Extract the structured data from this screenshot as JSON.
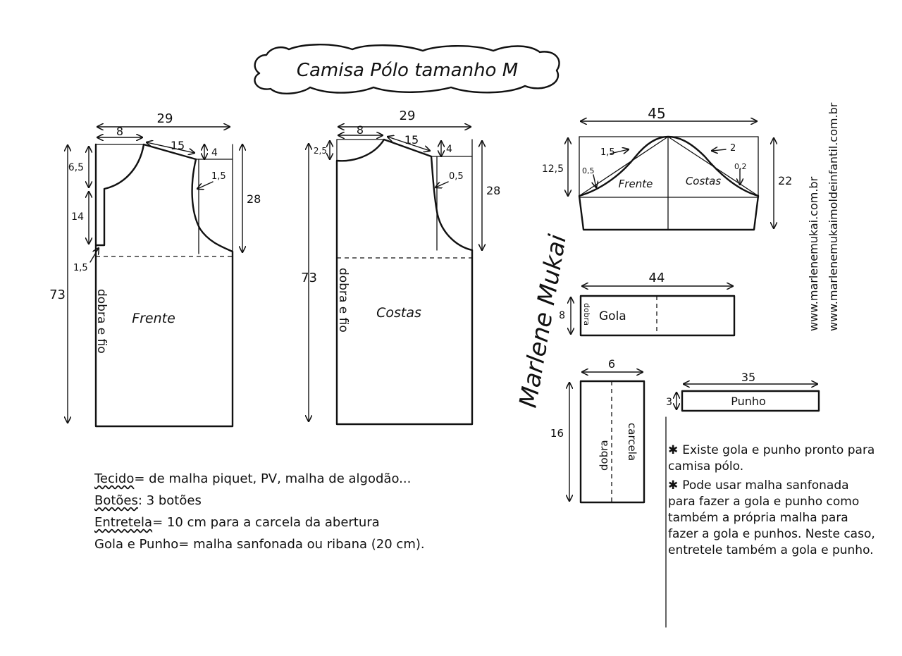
{
  "title": "Camisa Pólo tamanho M",
  "front": {
    "label": "Frente",
    "fold_label": "dobra e fio",
    "dims": {
      "width": "29",
      "neck": "8",
      "shoulder": "15",
      "shoulder_drop": "4",
      "neck_depth": "6,5",
      "placket": "14",
      "armhole_curve": "1,5",
      "armhole_depth": "28",
      "length": "73",
      "corner": "1,5"
    }
  },
  "back": {
    "label": "Costas",
    "fold_label": "dobra e fio",
    "dims": {
      "width": "29",
      "neck": "8",
      "shoulder": "15",
      "shoulder_drop": "4",
      "neck_depth": "2,5",
      "armhole_curve": "0,5",
      "armhole_depth": "28",
      "length": "73"
    }
  },
  "sleeve": {
    "front_label": "Frente",
    "back_label": "Costas",
    "dims": {
      "width": "45",
      "cap_height": "12,5",
      "side_height": "22",
      "curve_front": "1,5",
      "curve_back": "2",
      "front_inner": "0,5",
      "back_inner": "0,2"
    }
  },
  "collar": {
    "label": "Gola",
    "fold_label": "dobra",
    "width": "44",
    "height": "8"
  },
  "placket": {
    "label_fold": "dobra",
    "label_piece": "carcela",
    "width": "6",
    "height": "16"
  },
  "cuff": {
    "label": "Punho",
    "width": "35",
    "height": "3"
  },
  "signature": "Marlene Mukai",
  "website_lines": [
    "www.marlenemukai.com.br",
    "www.marlenemukaimoldeinfantil.com.br"
  ],
  "materials": {
    "fabric_label": "Tecido",
    "fabric_value": "de malha piquet, PV, malha de algodão...",
    "buttons_label": "Botões",
    "buttons_value": "3 botões",
    "interfacing_label": "Entretela",
    "interfacing_value": "10 cm para a carcela da abertura",
    "collar_cuff_label": "Gola e Punho",
    "collar_cuff_value": "malha sanfonada ou ribana (20 cm)."
  },
  "side_notes": [
    "Existe gola e punho pronto para camisa pólo.",
    "Pode usar malha sanfonada para fazer a gola e punho como também a própria malha para fazer a gola e punhos. Neste caso, entretele também a gola e punho."
  ]
}
